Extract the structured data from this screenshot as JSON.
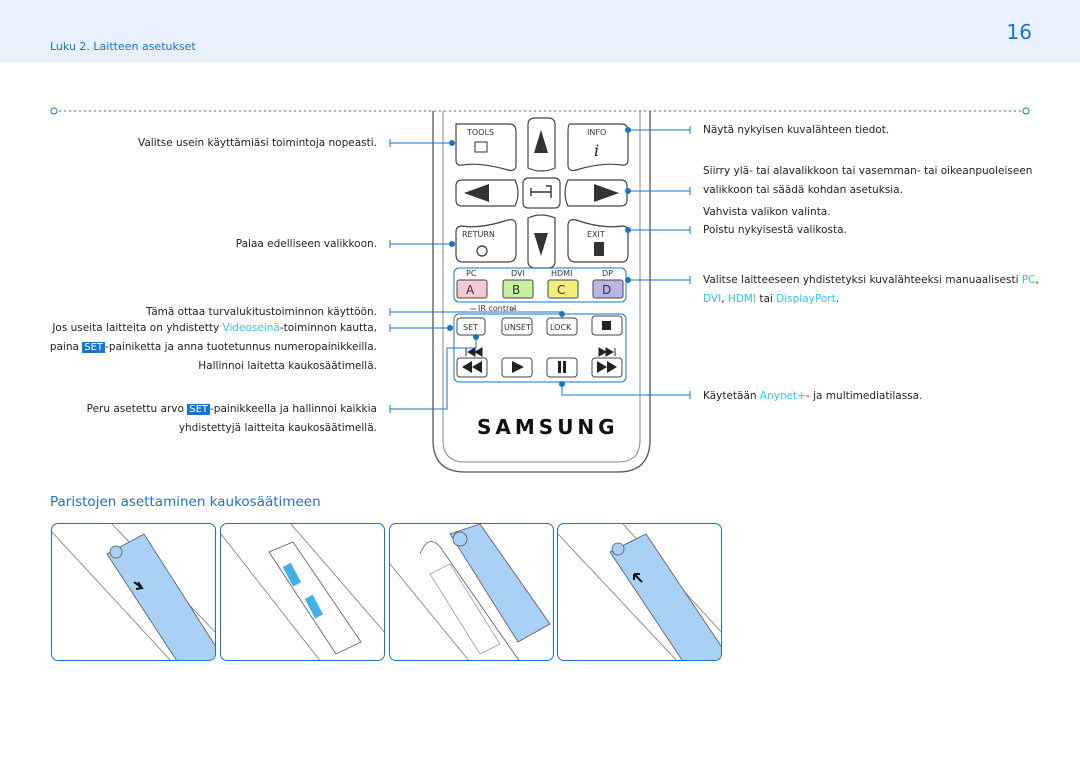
{
  "header": {
    "breadcrumb": "Luku 2. Laitteen asetukset",
    "page_number": "16"
  },
  "left_callouts": {
    "tools": "Valitse usein käyttämiäsi toimintoja nopeasti.",
    "return": "Palaa edelliseen valikkoon.",
    "lock": "Tämä ottaa turvalukitustoiminnon käyttöön.",
    "set_line1_a": "Jos useita laitteita on yhdistetty ",
    "set_line1_hl": "Videoseinä",
    "set_line1_b": "-toiminnon kautta,",
    "set_line2_a": "paina ",
    "set_line2_badge": "SET",
    "set_line2_b": "-painiketta ja anna tuotetunnus numeropainikkeilla.",
    "set_line3": "Hallinnoi laitetta kaukosäätimellä.",
    "unset_line1_a": "Peru asetettu arvo ",
    "unset_line1_badge": "SET",
    "unset_line1_b": "-painikkeella ja hallinnoi kaikkia",
    "unset_line2": "yhdistettyjä laitteita kaukosäätimellä."
  },
  "right_callouts": {
    "info": "Näytä nykyisen kuvalähteen tiedot.",
    "nav_line1": "Siirry ylä- tai alavalikkoon tai vasemman- tai oikeanpuoleiseen",
    "nav_line2": "valikkoon tai säädä kohdan asetuksia.",
    "confirm": "Vahvista valikon valinta.",
    "exit": "Poistu nykyisestä valikosta.",
    "source_line1_a": "Valitse laitteeseen yhdistetyksi kuvalähteeksi manuaalisesti ",
    "source_line1_hl": "PC",
    "source_line1_b": ",",
    "source_line2_hl1": "DVI",
    "source_line2_a": ", ",
    "source_line2_hl2": "HDMI",
    "source_line2_b": " tai ",
    "source_line2_hl3": "DisplayPort",
    "source_line2_c": ".",
    "anynet_a": "Käytetään ",
    "anynet_hl": "Anynet+",
    "anynet_b": "- ja multimediatilassa."
  },
  "remote": {
    "tools_label": "TOOLS",
    "info_label": "INFO",
    "return_label": "RETURN",
    "exit_label": "EXIT",
    "source_labels": [
      "PC",
      "DVI",
      "HDMI",
      "DP"
    ],
    "color_keys": [
      "A",
      "B",
      "C",
      "D"
    ],
    "ir_control": "IR control",
    "set_label": "SET",
    "unset_label": "UNSET",
    "lock_label": "LOCK",
    "brand": "SAMSUNG"
  },
  "section": {
    "title": "Paristojen asettaminen kaukosäätimeen"
  },
  "colors": {
    "accent": "#1a73c8",
    "highlight": "#2ec9f0",
    "key_a": "#f7c9d6",
    "key_b": "#c8f0a0",
    "key_c": "#f3ee7c",
    "key_d": "#b9b6e6"
  }
}
